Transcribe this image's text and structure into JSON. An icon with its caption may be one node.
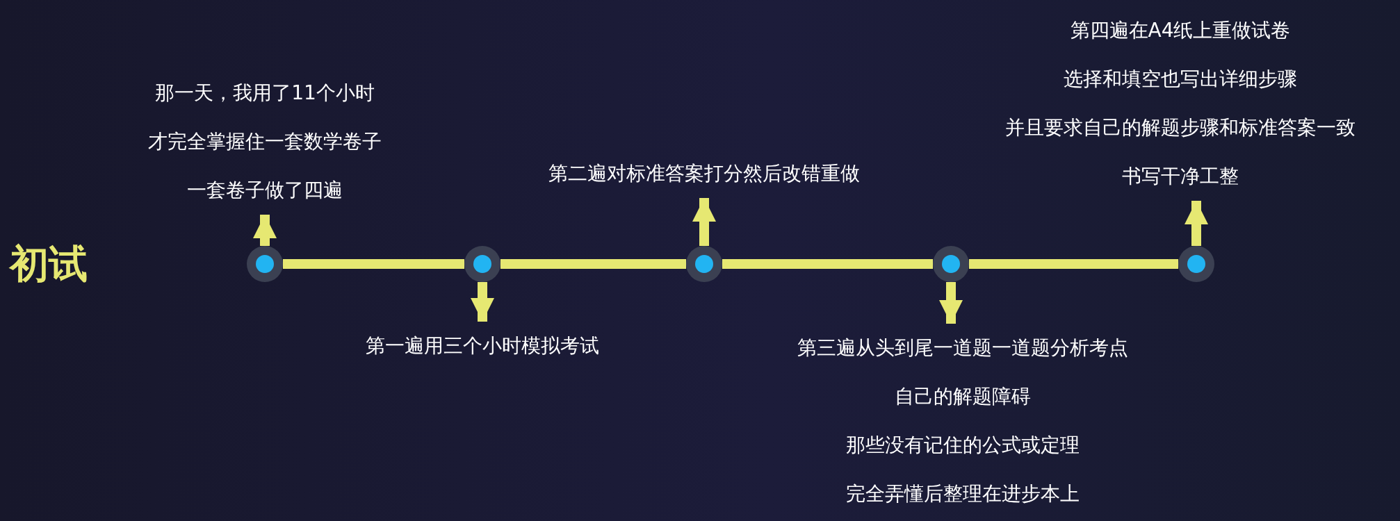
{
  "diagram": {
    "title": "初试",
    "nodes": [
      {
        "text": [],
        "shape": "circle"
      },
      {
        "text": [
          "那一天，我用了11个小时",
          "才完全掌握住一套数学卷子",
          "一套卷子做了四遍"
        ]
      },
      {
        "text": [],
        "shape": "circle"
      },
      {
        "text": [
          "第一遍用三个小时模拟考试"
        ]
      },
      {
        "text": [],
        "shape": "circle"
      },
      {
        "text": [
          "第二遍对标准答案打分然后改错重做"
        ]
      },
      {
        "text": [],
        "shape": "circle"
      },
      {
        "text": [
          "第三遍从头到尾一道题一道题分析考点",
          "自己的解题障碍",
          "那些没有记住的公式或定理",
          "完全弄懂后整理在进步本上"
        ]
      },
      {
        "text": [],
        "shape": "circle"
      },
      {
        "text": [
          "第四遍在A4纸上重做试卷",
          "选择和填空也写出详细步骤",
          "并且要求自己的解题步骤和标准答案一致",
          "书写干净工整"
        ]
      }
    ],
    "edges": [
      {
        "from": 0,
        "to": 2,
        "arrow": "none"
      },
      {
        "from": 2,
        "to": 4,
        "arrow": "none"
      },
      {
        "from": 4,
        "to": 6,
        "arrow": "none"
      },
      {
        "from": 6,
        "to": 8,
        "arrow": "none"
      },
      {
        "from": 0,
        "to": 1,
        "arrow": "to"
      },
      {
        "from": 2,
        "to": 3,
        "arrow": "to"
      },
      {
        "from": 4,
        "to": 5,
        "arrow": "to"
      },
      {
        "from": 6,
        "to": 7,
        "arrow": "to"
      },
      {
        "from": 8,
        "to": 9,
        "arrow": "to"
      }
    ]
  }
}
